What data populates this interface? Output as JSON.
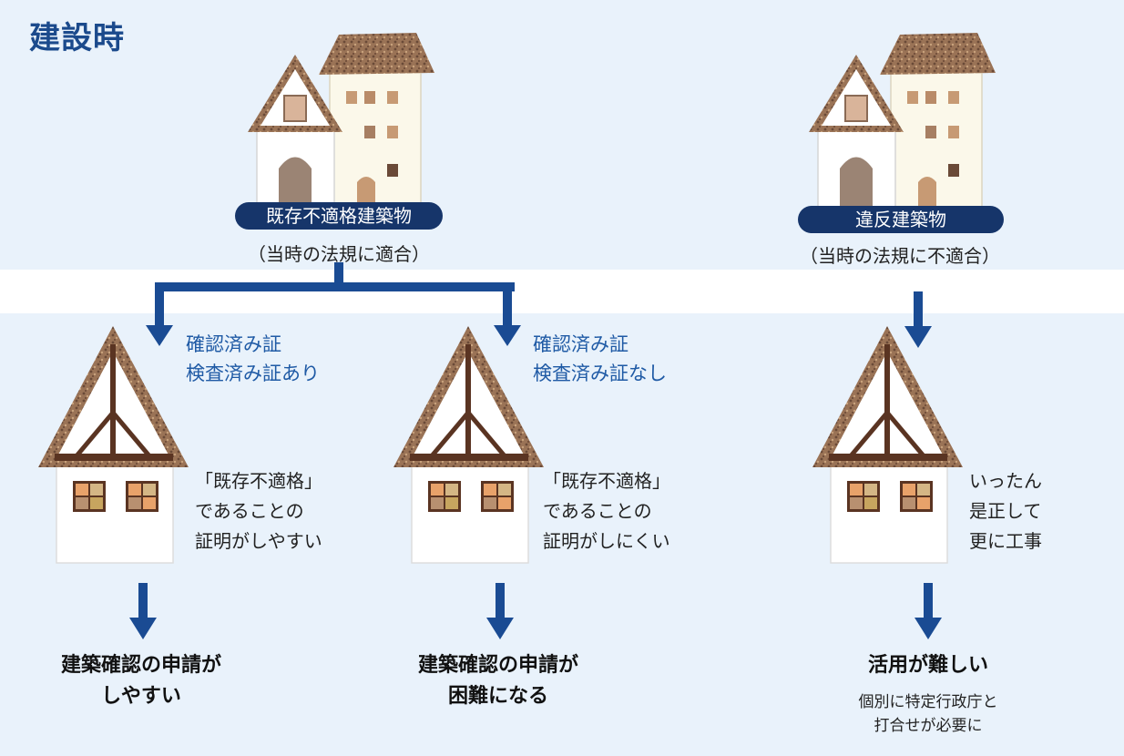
{
  "title": "建設時",
  "top_left": {
    "badge": "既存不適格建築物",
    "caption": "（当時の法規に適合）"
  },
  "top_right": {
    "badge": "違反建築物",
    "caption": "（当時の法規に不適合）"
  },
  "branches": [
    {
      "label_line1": "確認済み証",
      "label_line2": "検査済み証あり",
      "desc_lines": [
        "「既存不適格」",
        "であることの",
        "証明がしやすい"
      ],
      "result_lines": [
        "建築確認の申請が",
        "しやすい"
      ]
    },
    {
      "label_line1": "確認済み証",
      "label_line2": "検査済み証なし",
      "desc_lines": [
        "「既存不適格」",
        "であることの",
        "証明がしにくい"
      ],
      "result_lines": [
        "建築確認の申請が",
        "困難になる"
      ]
    },
    {
      "desc_lines": [
        "いったん",
        "是正して",
        "更に工事"
      ],
      "result_lines": [
        "活用が難しい"
      ],
      "note_lines": [
        "個別に特定行政庁と",
        "打合せが必要に"
      ]
    }
  ],
  "colors": {
    "background": "#e9f2fb",
    "band": "#ffffff",
    "arrow": "#1a4b93",
    "badge": "#16356a",
    "accent_text": "#1f5aa5",
    "roof": "#8a6a55",
    "house_wall": "#fdfcf7",
    "timber": "#5a3422"
  },
  "icons": [
    "house-pair-icon",
    "house-pair-icon",
    "timber-house-icon",
    "timber-house-icon",
    "timber-house-icon"
  ]
}
